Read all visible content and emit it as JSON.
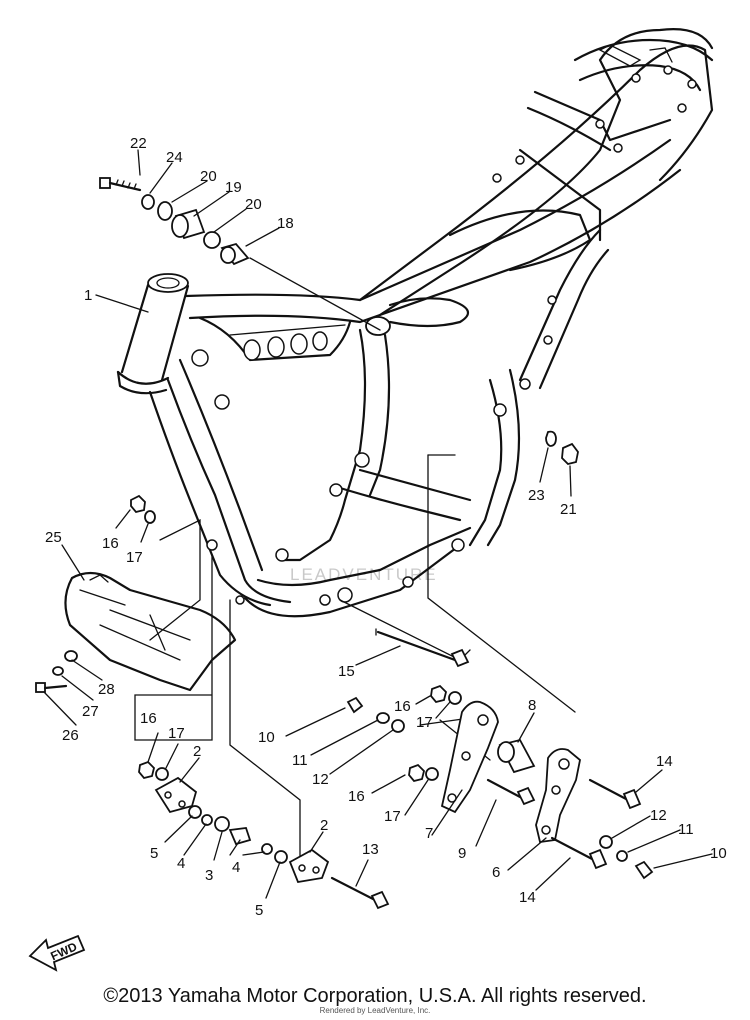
{
  "watermark": "LEADVENTURE",
  "fwd_label": "FWD",
  "copyright": "©2013 Yamaha Motor Corporation, U.S.A. All rights reserved.",
  "rendered_by": "Rendered by LeadVenture, Inc.",
  "callouts": [
    {
      "id": "c1",
      "text": "1"
    },
    {
      "id": "c2a",
      "text": "2"
    },
    {
      "id": "c2b",
      "text": "2"
    },
    {
      "id": "c3",
      "text": "3"
    },
    {
      "id": "c4a",
      "text": "4"
    },
    {
      "id": "c4b",
      "text": "4"
    },
    {
      "id": "c5a",
      "text": "5"
    },
    {
      "id": "c5b",
      "text": "5"
    },
    {
      "id": "c6",
      "text": "6"
    },
    {
      "id": "c7",
      "text": "7"
    },
    {
      "id": "c8",
      "text": "8"
    },
    {
      "id": "c9",
      "text": "9"
    },
    {
      "id": "c10a",
      "text": "10"
    },
    {
      "id": "c10b",
      "text": "10"
    },
    {
      "id": "c11a",
      "text": "11"
    },
    {
      "id": "c11b",
      "text": "11"
    },
    {
      "id": "c12a",
      "text": "12"
    },
    {
      "id": "c12b",
      "text": "12"
    },
    {
      "id": "c13",
      "text": "13"
    },
    {
      "id": "c14a",
      "text": "14"
    },
    {
      "id": "c14b",
      "text": "14"
    },
    {
      "id": "c15",
      "text": "15"
    },
    {
      "id": "c16a",
      "text": "16"
    },
    {
      "id": "c16b",
      "text": "16"
    },
    {
      "id": "c16c",
      "text": "16"
    },
    {
      "id": "c16d",
      "text": "16"
    },
    {
      "id": "c17a",
      "text": "17"
    },
    {
      "id": "c17b",
      "text": "17"
    },
    {
      "id": "c17c",
      "text": "17"
    },
    {
      "id": "c17d",
      "text": "17"
    },
    {
      "id": "c18",
      "text": "18"
    },
    {
      "id": "c19",
      "text": "19"
    },
    {
      "id": "c20a",
      "text": "20"
    },
    {
      "id": "c20b",
      "text": "20"
    },
    {
      "id": "c21",
      "text": "21"
    },
    {
      "id": "c22",
      "text": "22"
    },
    {
      "id": "c23",
      "text": "23"
    },
    {
      "id": "c24",
      "text": "24"
    },
    {
      "id": "c25",
      "text": "25"
    },
    {
      "id": "c26",
      "text": "26"
    },
    {
      "id": "c27",
      "text": "27"
    },
    {
      "id": "c28",
      "text": "28"
    }
  ]
}
